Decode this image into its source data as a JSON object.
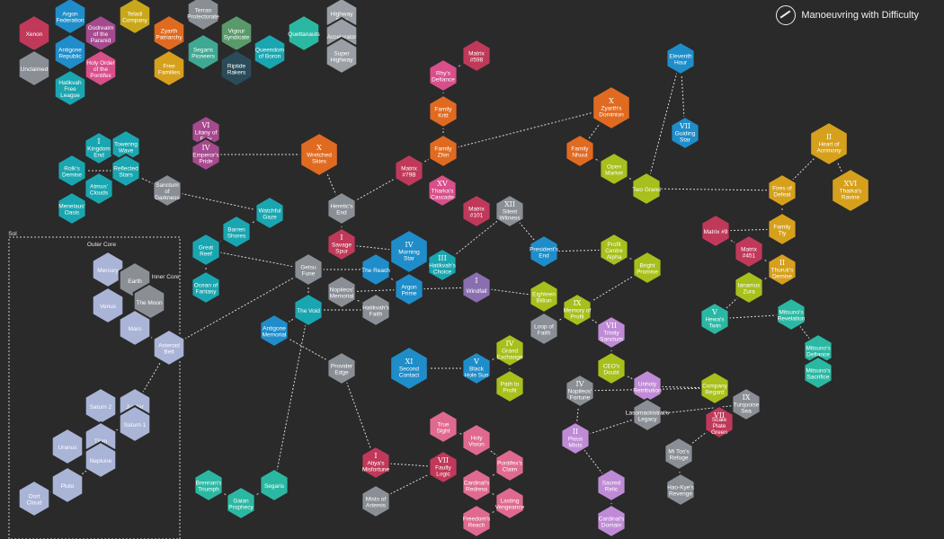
{
  "title": "Manoeuvring with Difficulty",
  "colors": {
    "background": "#2a2a2a",
    "factions": [
      "#c0395a",
      "#1f8dc9",
      "#c8a81a",
      "#8a8f96",
      "#e06a20",
      "#2bb8a3",
      "#2c4b5a",
      "#a64a8f"
    ]
  },
  "legend": [
    {
      "label": "Xenon",
      "color": "#c0395a"
    },
    {
      "label": "Argon Federation",
      "color": "#1f8dc9"
    },
    {
      "label": "Teladi Company",
      "color": "#c8a81a"
    },
    {
      "label": "Terran Protectorate",
      "color": "#8a8f96"
    },
    {
      "label": "Godrealm of the Paranid",
      "color": "#a64a8f"
    },
    {
      "label": "Zyarth Patriarchy",
      "color": "#e06a20"
    },
    {
      "label": "Vigour Syndicate",
      "color": "#5a9a6a"
    },
    {
      "label": "Quettanauts",
      "color": "#2bb8a3"
    },
    {
      "label": "Antigone Republic",
      "color": "#1f8dc9"
    },
    {
      "label": "Segaris Pioneers",
      "color": "#3fa892"
    },
    {
      "label": "Queendom of Boron",
      "color": "#1aa6b0"
    },
    {
      "label": "Highway Ring",
      "color": "#9aa0a6"
    },
    {
      "label": "Accelerator",
      "color": "#9aa0a6"
    },
    {
      "label": "Unclaimed",
      "color": "#8a8f96"
    },
    {
      "label": "Holy Order of the Pontifex",
      "color": "#d84f8a"
    },
    {
      "label": "Free Families",
      "color": "#d6a01c"
    },
    {
      "label": "Riptide Rakers",
      "color": "#2c4b5a"
    },
    {
      "label": "Super Highway",
      "color": "#9aa0a6"
    },
    {
      "label": "Hatikvah Free League",
      "color": "#1aa6b0"
    }
  ],
  "regions": [
    {
      "label": "Sol"
    },
    {
      "label": "Outer Core"
    },
    {
      "label": "Inner Core"
    }
  ],
  "sectors": [
    {
      "label": "Kingdom End",
      "numeral": "I",
      "faction": "#1aa6b0"
    },
    {
      "label": "Towering Wave",
      "numeral": "",
      "faction": "#1aa6b0"
    },
    {
      "label": "Reflected Stars",
      "numeral": "",
      "faction": "#1aa6b0"
    },
    {
      "label": "Rolk's Demise",
      "numeral": "",
      "faction": "#1aa6b0"
    },
    {
      "label": "Atmus' Clouds",
      "numeral": "",
      "faction": "#1aa6b0"
    },
    {
      "label": "Menelaus' Oasis",
      "numeral": "",
      "faction": "#1aa6b0"
    },
    {
      "label": "Sanctum of Darkness",
      "numeral": "",
      "faction": "#8a8f96"
    },
    {
      "label": "Litany of Fury",
      "numeral": "VI",
      "faction": "#a64a8f"
    },
    {
      "label": "Emperor's Pride",
      "numeral": "IV",
      "faction": "#a64a8f"
    },
    {
      "label": "Wretched Skies",
      "numeral": "X",
      "faction": "#e06a20"
    },
    {
      "label": "Matrix #598",
      "numeral": "",
      "faction": "#c0395a"
    },
    {
      "label": "Rhy's Defiance",
      "numeral": "",
      "faction": "#d84f8a"
    },
    {
      "label": "Family Kritt",
      "numeral": "",
      "faction": "#e06a20"
    },
    {
      "label": "Family Zhin",
      "numeral": "",
      "faction": "#e06a20"
    },
    {
      "label": "Zyarth's Dominion",
      "numeral": "X",
      "faction": "#e06a20"
    },
    {
      "label": "Family Nhuut",
      "numeral": "",
      "faction": "#e06a20"
    },
    {
      "label": "Open Market",
      "numeral": "",
      "faction": "#a8bf1c"
    },
    {
      "label": "Eleventh Hour",
      "numeral": "",
      "faction": "#1f8dc9"
    },
    {
      "label": "Guiding Star",
      "numeral": "VII",
      "faction": "#1f8dc9"
    },
    {
      "label": "Two Grand",
      "numeral": "",
      "faction": "#a8bf1c"
    },
    {
      "label": "Heart of Acrimony",
      "numeral": "II",
      "faction": "#d6a01c"
    },
    {
      "label": "Tharka's Ravine",
      "numeral": "XVI",
      "faction": "#d6a01c"
    },
    {
      "label": "Fires of Defeat",
      "numeral": "",
      "faction": "#d6a01c"
    },
    {
      "label": "Family Tiy",
      "numeral": "",
      "faction": "#d6a01c"
    },
    {
      "label": "Matrix #9",
      "numeral": "",
      "faction": "#c0395a"
    },
    {
      "label": "Matrix #451",
      "numeral": "",
      "faction": "#c0395a"
    },
    {
      "label": "Thuruk's Demise",
      "numeral": "II",
      "faction": "#d6a01c"
    },
    {
      "label": "Watchful Gaze",
      "numeral": "",
      "faction": "#1aa6b0"
    },
    {
      "label": "Barren Shores",
      "numeral": "",
      "faction": "#1aa6b0"
    },
    {
      "label": "Great Reef",
      "numeral": "",
      "faction": "#1aa6b0"
    },
    {
      "label": "Ocean of Fantasy",
      "numeral": "",
      "faction": "#1aa6b0"
    },
    {
      "label": "Heretic's End",
      "numeral": "",
      "faction": "#8a8f96"
    },
    {
      "label": "Matrix #79B",
      "numeral": "",
      "faction": "#c0395a"
    },
    {
      "label": "Tharka's Cascade",
      "numeral": "XV",
      "faction": "#d84f8a"
    },
    {
      "label": "Matrix #101",
      "numeral": "",
      "faction": "#c0395a"
    },
    {
      "label": "Savage Spur",
      "numeral": "I",
      "faction": "#c0395a"
    },
    {
      "label": "Morning Star",
      "numeral": "IV",
      "faction": "#1f8dc9"
    },
    {
      "label": "Hatikvah's Choice",
      "numeral": "III",
      "faction": "#1aa6b0"
    },
    {
      "label": "Silent Witness",
      "numeral": "XII",
      "faction": "#8a8f96"
    },
    {
      "label": "President's End",
      "numeral": "",
      "faction": "#1f8dc9"
    },
    {
      "label": "Profit Centre Alpha",
      "numeral": "",
      "faction": "#a8bf1c"
    },
    {
      "label": "Bright Promise",
      "numeral": "",
      "faction": "#a8bf1c"
    },
    {
      "label": "Getsu Fune",
      "numeral": "",
      "faction": "#8a8f96"
    },
    {
      "label": "The Reach",
      "numeral": "",
      "faction": "#1f8dc9"
    },
    {
      "label": "Argon Prime",
      "numeral": "",
      "faction": "#1f8dc9"
    },
    {
      "label": "Nopileos' Memorial",
      "numeral": "",
      "faction": "#8a8f96"
    },
    {
      "label": "Hatikvah's Faith",
      "numeral": "",
      "faction": "#8a8f96"
    },
    {
      "label": "The Void",
      "numeral": "",
      "faction": "#1aa6b0"
    },
    {
      "label": "Antigone Memorial",
      "numeral": "",
      "faction": "#1f8dc9"
    },
    {
      "label": "Windfall",
      "numeral": "I",
      "faction": "#8a6fb0"
    },
    {
      "label": "Eighteen Billion",
      "numeral": "",
      "faction": "#a8bf1c"
    },
    {
      "label": "Loop of Faith",
      "numeral": "",
      "faction": "#8a8f96"
    },
    {
      "label": "Memory of Profit",
      "numeral": "IX",
      "faction": "#a8bf1c"
    },
    {
      "label": "Trinity Sanctum",
      "numeral": "VII",
      "faction": "#c08bd6"
    },
    {
      "label": "Hewa's Twin",
      "numeral": "V",
      "faction": "#2bb8a3"
    },
    {
      "label": "Mitsuno's Revelation",
      "numeral": "",
      "faction": "#2bb8a3"
    },
    {
      "label": "Mitsuno's Defiance",
      "numeral": "",
      "faction": "#2bb8a3"
    },
    {
      "label": "Mitsuno's Sacrifice",
      "numeral": "",
      "faction": "#2bb8a3"
    },
    {
      "label": "Ianamus Zura",
      "numeral": "",
      "faction": "#a8bf1c"
    },
    {
      "label": "Second Contact",
      "numeral": "XI",
      "faction": "#1f8dc9"
    },
    {
      "label": "Black Hole Sun",
      "numeral": "V",
      "faction": "#1f8dc9"
    },
    {
      "label": "Grand Exchange",
      "numeral": "IV",
      "faction": "#a8bf1c"
    },
    {
      "label": "Path to Profit",
      "numeral": "",
      "faction": "#a8bf1c"
    },
    {
      "label": "CEO's Doubt",
      "numeral": "",
      "faction": "#a8bf1c"
    },
    {
      "label": "Unholy Retribution",
      "numeral": "",
      "faction": "#c08bd6"
    },
    {
      "label": "Company Regard",
      "numeral": "",
      "faction": "#a8bf1c"
    },
    {
      "label": "Nopileos' Fortune",
      "numeral": "IV",
      "faction": "#8a8f96"
    },
    {
      "label": "Pious Mists",
      "numeral": "II",
      "faction": "#c08bd6"
    },
    {
      "label": "Lasomackistrat's Legacy",
      "numeral": "",
      "faction": "#8a8f96"
    },
    {
      "label": "Turquoise Sea",
      "numeral": "IX",
      "faction": "#8a8f96"
    },
    {
      "label": "Scale Plate Green",
      "numeral": "VII",
      "faction": "#c0395a"
    },
    {
      "label": "Mi Tos's Refuge",
      "numeral": "",
      "faction": "#8a8f96"
    },
    {
      "label": "Hao-Kye's Revenge",
      "numeral": "",
      "faction": "#8a8f96"
    },
    {
      "label": "Sacred Relic",
      "numeral": "",
      "faction": "#c08bd6"
    },
    {
      "label": "Cardinal's Domain",
      "numeral": "",
      "faction": "#c08bd6"
    },
    {
      "label": "Provider Edge",
      "numeral": "",
      "faction": "#8a8f96"
    },
    {
      "label": "True Sight",
      "numeral": "",
      "faction": "#e06a8f"
    },
    {
      "label": "Holy Vision",
      "numeral": "",
      "faction": "#e06a8f"
    },
    {
      "label": "Pontifex's Claim",
      "numeral": "",
      "faction": "#e06a8f"
    },
    {
      "label": "Cardinal's Redress",
      "numeral": "",
      "faction": "#e06a8f"
    },
    {
      "label": "Lasting Vengeance",
      "numeral": "",
      "faction": "#e06a8f"
    },
    {
      "label": "Freedom's Reach",
      "numeral": "",
      "faction": "#e06a8f"
    },
    {
      "label": "Atiya's Misfortune",
      "numeral": "I",
      "faction": "#c0395a"
    },
    {
      "label": "Faulty Logic",
      "numeral": "VII",
      "faction": "#c0395a"
    },
    {
      "label": "Mists of Artemis",
      "numeral": "",
      "faction": "#8a8f96"
    },
    {
      "label": "Brennan's Triumph",
      "numeral": "",
      "faction": "#2bb8a3"
    },
    {
      "label": "Gaian Prophecy",
      "numeral": "",
      "faction": "#2bb8a3"
    },
    {
      "label": "Segaris",
      "numeral": "",
      "faction": "#2bb8a3"
    },
    {
      "label": "Mercury",
      "numeral": "",
      "faction": "#a9b4d6"
    },
    {
      "label": "Earth",
      "numeral": "",
      "faction": "#8a8f96"
    },
    {
      "label": "The Moon",
      "numeral": "",
      "faction": "#8a8f96"
    },
    {
      "label": "Venus",
      "numeral": "",
      "faction": "#a9b4d6"
    },
    {
      "label": "Mars",
      "numeral": "",
      "faction": "#a9b4d6"
    },
    {
      "label": "Asteroid Belt",
      "numeral": "",
      "faction": "#a9b4d6"
    },
    {
      "label": "Jupiter",
      "numeral": "",
      "faction": "#a9b4d6"
    },
    {
      "label": "Saturn 1",
      "numeral": "",
      "faction": "#a9b4d6"
    },
    {
      "label": "Saturn 2",
      "numeral": "",
      "faction": "#a9b4d6"
    },
    {
      "label": "Titan",
      "numeral": "",
      "faction": "#a9b4d6"
    },
    {
      "label": "Uranus",
      "numeral": "",
      "faction": "#a9b4d6"
    },
    {
      "label": "Neptune",
      "numeral": "",
      "faction": "#a9b4d6"
    },
    {
      "label": "Pluto",
      "numeral": "",
      "faction": "#a9b4d6"
    },
    {
      "label": "Oort Cloud",
      "numeral": "",
      "faction": "#a9b4d6"
    }
  ]
}
